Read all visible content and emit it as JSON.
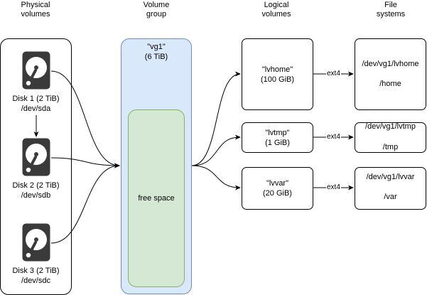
{
  "headers": {
    "physical": [
      "Physical",
      "volumes"
    ],
    "volume_group": [
      "Volume",
      "group"
    ],
    "logical": [
      "Logical",
      "volumes"
    ],
    "filesystems": [
      "File",
      "systems"
    ]
  },
  "disks": [
    {
      "name": "Disk 1 (2 TiB)",
      "device": "/dev/sda",
      "icon": "hard-disk-icon"
    },
    {
      "name": "Disk 2 (2 TiB)",
      "device": "/dev/sdb",
      "icon": "hard-disk-icon"
    },
    {
      "name": "Disk 3 (2 TiB)",
      "device": "/dev/sdc",
      "icon": "hard-disk-icon"
    }
  ],
  "volume_group": {
    "name": "\"vg1\"",
    "size": "(6 TiB)",
    "free_label": "free space"
  },
  "logical_volumes": [
    {
      "name": "\"lvhome\"",
      "size": "(100 GiB)",
      "fs_label": "ext4",
      "path": "/dev/vg1/lvhome",
      "mount": "/home"
    },
    {
      "name": "\"lvtmp\"",
      "size": "(1 GiB)",
      "fs_label": "ext4",
      "path": "/dev/vg1/lvtmp",
      "mount": "/tmp"
    },
    {
      "name": "\"lvvar\"",
      "size": "(20 GiB)",
      "fs_label": "ext4",
      "path": "/dev/vg1/lvvar",
      "mount": "/var"
    }
  ],
  "colors": {
    "vg_fill": "#dae8fc",
    "vg_stroke": "#6c8ebf",
    "free_fill": "#d5e8d4",
    "free_stroke": "#82b366",
    "disk_fill": "#3a3a3a"
  }
}
